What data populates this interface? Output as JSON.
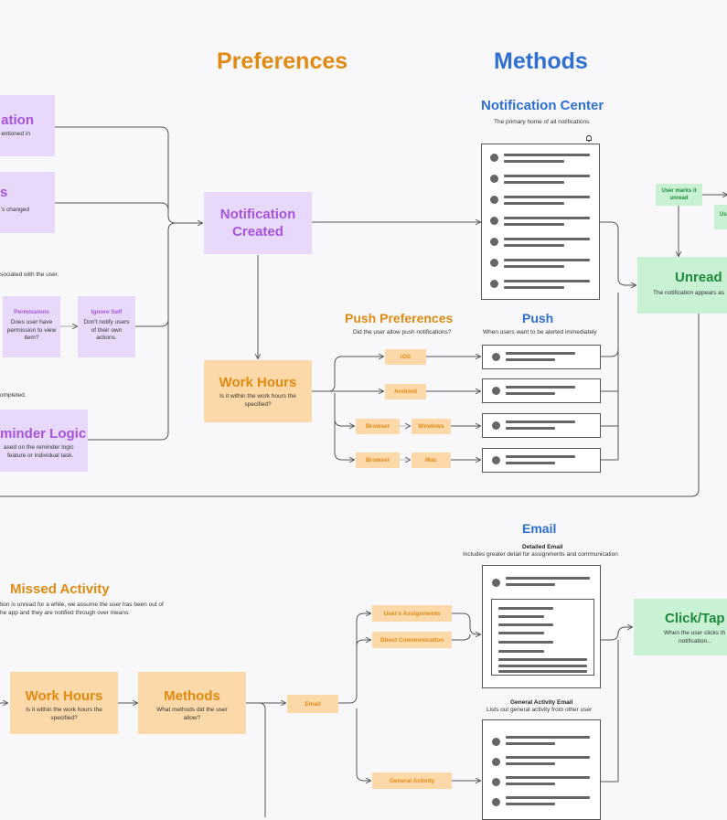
{
  "headers": {
    "preferences": "Preferences",
    "methods": "Methods"
  },
  "left": {
    "mention": {
      "title": "ation",
      "desc": "entioned in"
    },
    "changed": {
      "title": "s",
      "desc": "'s changed"
    },
    "associated_note": "sociated with the user.",
    "permissions": {
      "title": "Permissions",
      "desc": "Does user have permission to view item?"
    },
    "ignore_self": {
      "title": "Ignore Self",
      "desc": "Don't notify users of their own actions."
    },
    "completed_note": "ompleted.",
    "reminder": {
      "title": "minder Logic",
      "desc_1": "ased on the reminder logic",
      "desc_2": "feature or individual task."
    }
  },
  "notification_created": {
    "title": "Notification Created"
  },
  "work_hours_top": {
    "title": "Work Hours",
    "desc": "Is it within the work hours the specified?"
  },
  "notification_center": {
    "title": "Notification Center",
    "desc": "The primary home of all notifications",
    "bell_icon": "bell-icon"
  },
  "push_preferences": {
    "title": "Push Preferences",
    "desc": "Did the user allow push notifications?"
  },
  "push": {
    "title": "Push",
    "desc": "When users want to be alerted immediately"
  },
  "push_options": {
    "ios": "iOS",
    "android": "Andriod",
    "browser_1": "Browser",
    "windows": "Windows",
    "browser_2": "Browser",
    "mac": "Mac"
  },
  "unread": {
    "title": "Unread",
    "desc": "The notification appears as",
    "user_marks": "User marks it unread",
    "us": "Us"
  },
  "missed_activity": {
    "title": "Missed Activity",
    "desc_1": "tion is unread for a while, we assume the user has been out of",
    "desc_2": "he app and they are notified through over means."
  },
  "work_hours_bottom": {
    "title": "Work Hours",
    "desc": "Is it within the work hours the specified?"
  },
  "methods_node": {
    "title": "Methods",
    "desc": "What methods did the user allow?"
  },
  "email_pill": "Email",
  "email_options": {
    "assignments": "User's Assignments",
    "direct": "Direct Communication",
    "general": "General Activity"
  },
  "email": {
    "title": "Email",
    "detailed_title": "Detailed Email",
    "detailed_desc": "Includes greater detail for assignments and communication",
    "general_title": "General Activity Email",
    "general_desc": "Lists out general activity from other user"
  },
  "click_tap": {
    "title": "Click/Tap",
    "desc_1": "When the user clicks th",
    "desc_2": "notification..."
  }
}
